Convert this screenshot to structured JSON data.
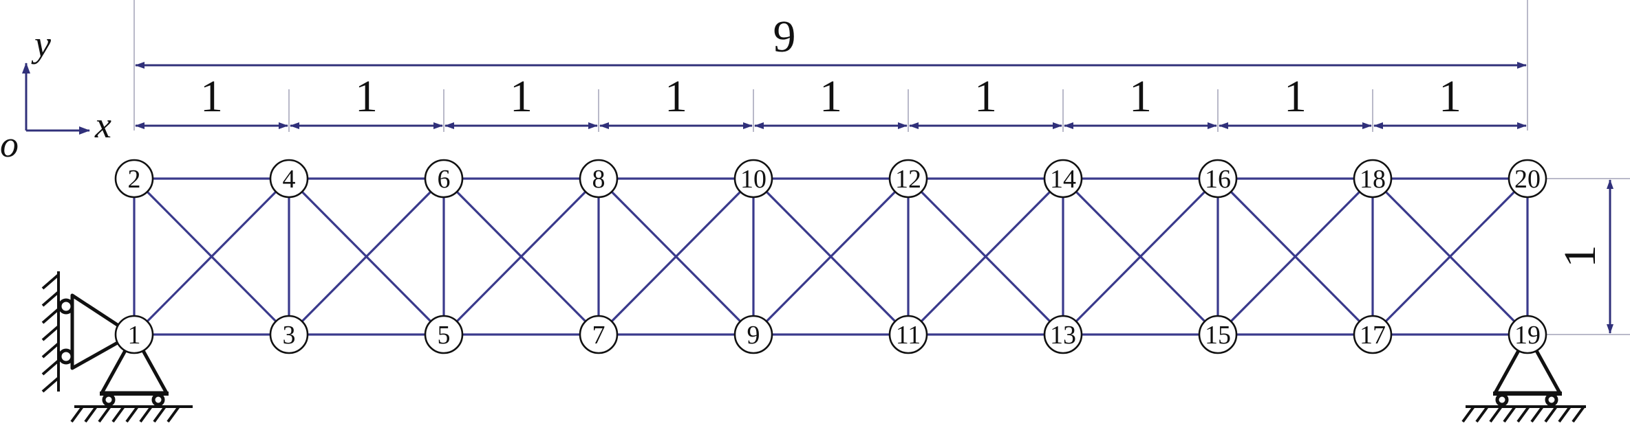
{
  "diagram": {
    "total_span_label": "9",
    "panel_labels": [
      "1",
      "1",
      "1",
      "1",
      "1",
      "1",
      "1",
      "1",
      "1"
    ],
    "height_label": "1",
    "axes": {
      "x_label": "x",
      "y_label": "y",
      "origin_label": "o"
    },
    "nodes": [
      {
        "id": "1",
        "col": 0,
        "row": "bottom"
      },
      {
        "id": "2",
        "col": 0,
        "row": "top"
      },
      {
        "id": "3",
        "col": 1,
        "row": "bottom"
      },
      {
        "id": "4",
        "col": 1,
        "row": "top"
      },
      {
        "id": "5",
        "col": 2,
        "row": "bottom"
      },
      {
        "id": "6",
        "col": 2,
        "row": "top"
      },
      {
        "id": "7",
        "col": 3,
        "row": "bottom"
      },
      {
        "id": "8",
        "col": 3,
        "row": "top"
      },
      {
        "id": "9",
        "col": 4,
        "row": "bottom"
      },
      {
        "id": "10",
        "col": 4,
        "row": "top"
      },
      {
        "id": "11",
        "col": 5,
        "row": "bottom"
      },
      {
        "id": "12",
        "col": 5,
        "row": "top"
      },
      {
        "id": "13",
        "col": 6,
        "row": "bottom"
      },
      {
        "id": "14",
        "col": 6,
        "row": "top"
      },
      {
        "id": "15",
        "col": 7,
        "row": "bottom"
      },
      {
        "id": "16",
        "col": 7,
        "row": "top"
      },
      {
        "id": "17",
        "col": 8,
        "row": "bottom"
      },
      {
        "id": "18",
        "col": 8,
        "row": "top"
      },
      {
        "id": "19",
        "col": 9,
        "row": "bottom"
      },
      {
        "id": "20",
        "col": 9,
        "row": "top"
      }
    ],
    "colors": {
      "truss": "#3a3a8c",
      "dimension": "#30307a",
      "ink": "#111111"
    }
  }
}
